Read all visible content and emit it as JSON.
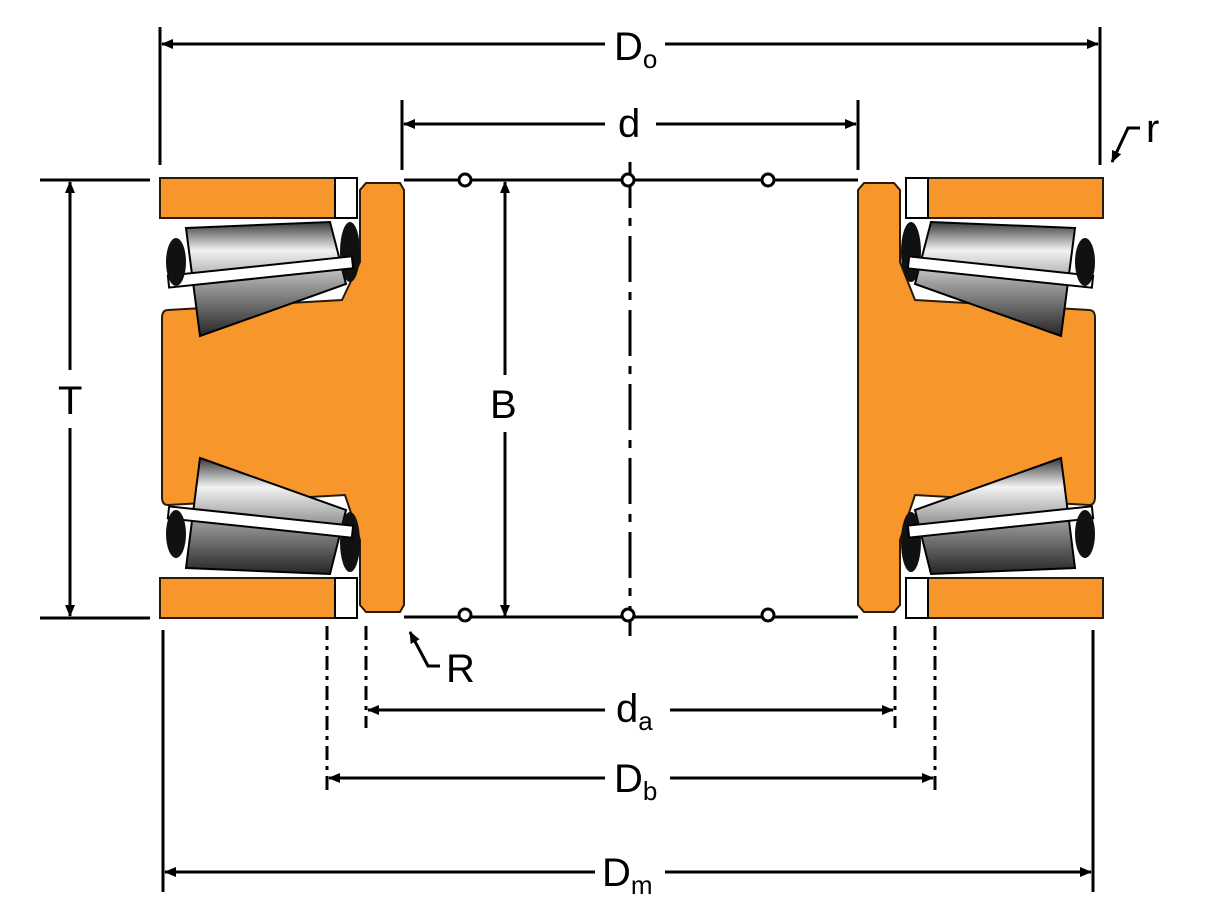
{
  "labels": {
    "outer_diameter": {
      "main": "D",
      "sub": "o"
    },
    "bore": {
      "main": "d"
    },
    "corner_radius_r": {
      "main": "r"
    },
    "overall_width": {
      "main": "T"
    },
    "cone_width": {
      "main": "B"
    },
    "fillet_radius": {
      "main": "R"
    },
    "abutment_d": {
      "main": "d",
      "sub": "a"
    },
    "abutment_D": {
      "main": "D",
      "sub": "b"
    },
    "mounting_diameter": {
      "main": "D",
      "sub": "m"
    }
  },
  "colors": {
    "ring": "#F7962A",
    "ring_outline": "#2a1a08",
    "line": "#000000",
    "background": "#ffffff"
  }
}
